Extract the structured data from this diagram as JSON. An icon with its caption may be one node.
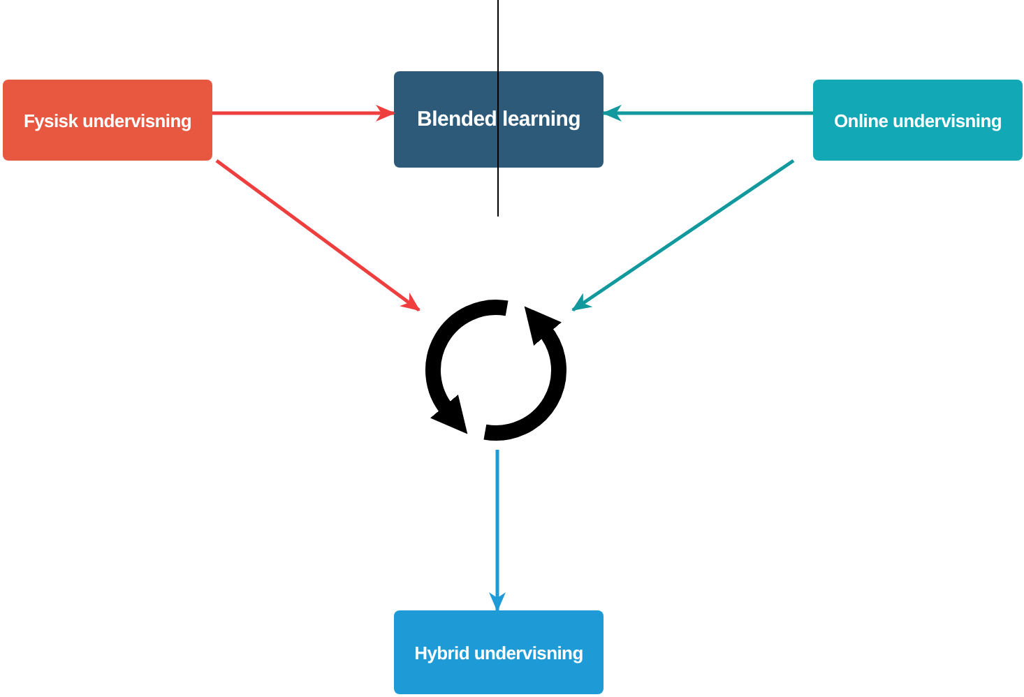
{
  "diagram": {
    "nodes": [
      {
        "text": [
          "Fysisk undervisning"
        ]
      },
      {
        "text": [
          "Blended learning"
        ]
      },
      {
        "text": [
          "Online undervisning"
        ]
      },
      {
        "text": [],
        "shape": "cycle"
      },
      {
        "text": [
          "Hybrid undervisning"
        ]
      }
    ],
    "edges": [
      {
        "from": 0,
        "to": 1,
        "arrow": "to",
        "color": "#ef3e3e"
      },
      {
        "from": 2,
        "to": 1,
        "arrow": "to",
        "color": "#11999e"
      },
      {
        "from": 0,
        "to": 3,
        "arrow": "to",
        "color": "#ef3e3e"
      },
      {
        "from": 2,
        "to": 3,
        "arrow": "to",
        "color": "#11999e"
      },
      {
        "from": 3,
        "to": 4,
        "arrow": "to",
        "color": "#1e9bd7"
      }
    ]
  }
}
